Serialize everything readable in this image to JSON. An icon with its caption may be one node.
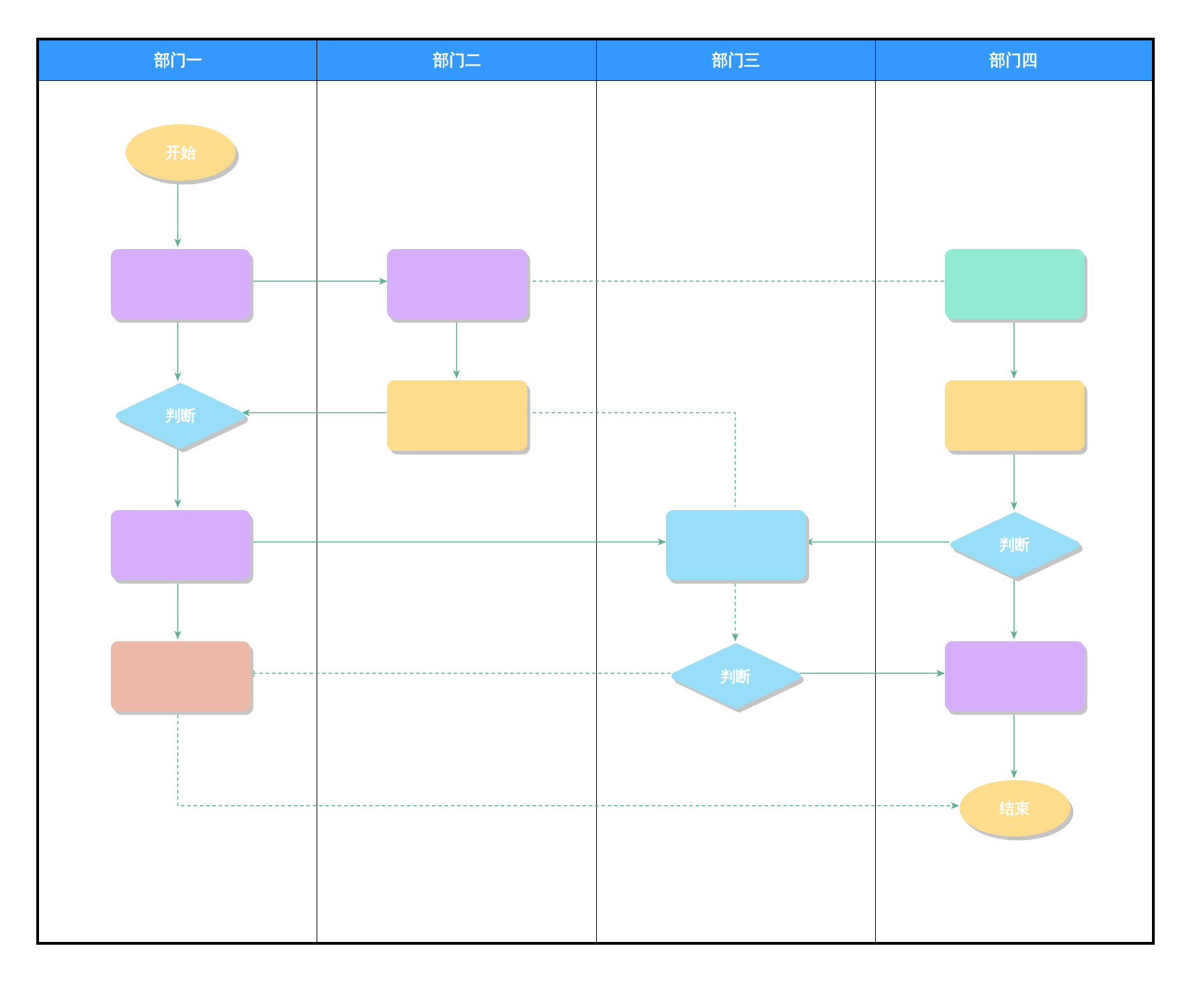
{
  "diagram": {
    "nodes": [
      {
        "text": [
          "部门一"
        ]
      },
      {
        "text": [
          "部门二"
        ]
      },
      {
        "text": [
          "部门三"
        ]
      },
      {
        "text": [
          "部门四"
        ]
      },
      {
        "text": [
          "开始"
        ],
        "in": 0
      },
      {
        "text": [],
        "shape": "box",
        "in": 0
      },
      {
        "text": [],
        "shape": "box",
        "in": 1
      },
      {
        "text": [],
        "shape": "box",
        "in": 3
      },
      {
        "text": [
          "判断"
        ],
        "in": 0
      },
      {
        "text": [],
        "shape": "box",
        "in": 1
      },
      {
        "text": [],
        "shape": "box",
        "in": 3
      },
      {
        "text": [],
        "shape": "box",
        "in": 0
      },
      {
        "text": [],
        "shape": "box",
        "in": 2
      },
      {
        "text": [
          "判断"
        ],
        "in": 3
      },
      {
        "text": [],
        "shape": "box",
        "in": 0
      },
      {
        "text": [
          "判断"
        ],
        "in": 2
      },
      {
        "text": [],
        "shape": "box",
        "in": 3
      },
      {
        "text": [
          "结束"
        ],
        "in": 3
      }
    ],
    "edges": [
      {
        "from": 4,
        "to": 5,
        "arrow": "to"
      },
      {
        "from": 5,
        "to": 6,
        "arrow": "to"
      },
      {
        "from": 6,
        "to": 7,
        "arrow": "none",
        "style": "dashed"
      },
      {
        "from": 5,
        "to": 8,
        "arrow": "to"
      },
      {
        "from": 6,
        "to": 9,
        "arrow": "to"
      },
      {
        "from": 7,
        "to": 10,
        "arrow": "to"
      },
      {
        "from": 9,
        "to": 8,
        "arrow": "to"
      },
      {
        "from": 9,
        "to": 12,
        "arrow": "none",
        "style": "dashed"
      },
      {
        "from": 8,
        "to": 11,
        "arrow": "to"
      },
      {
        "from": 10,
        "to": 13,
        "arrow": "to"
      },
      {
        "from": 11,
        "to": 12,
        "arrow": "to"
      },
      {
        "from": 13,
        "to": 12,
        "arrow": "to"
      },
      {
        "from": 12,
        "to": 15,
        "arrow": "to",
        "style": "dashed"
      },
      {
        "from": 11,
        "to": 14,
        "arrow": "to"
      },
      {
        "from": 13,
        "to": 16,
        "arrow": "to"
      },
      {
        "from": 15,
        "to": 14,
        "arrow": "to",
        "style": "dashed"
      },
      {
        "from": 15,
        "to": 16,
        "arrow": "to"
      },
      {
        "from": 16,
        "to": 17,
        "arrow": "to"
      },
      {
        "from": 14,
        "to": 17,
        "arrow": "to",
        "style": "dashed"
      }
    ]
  }
}
